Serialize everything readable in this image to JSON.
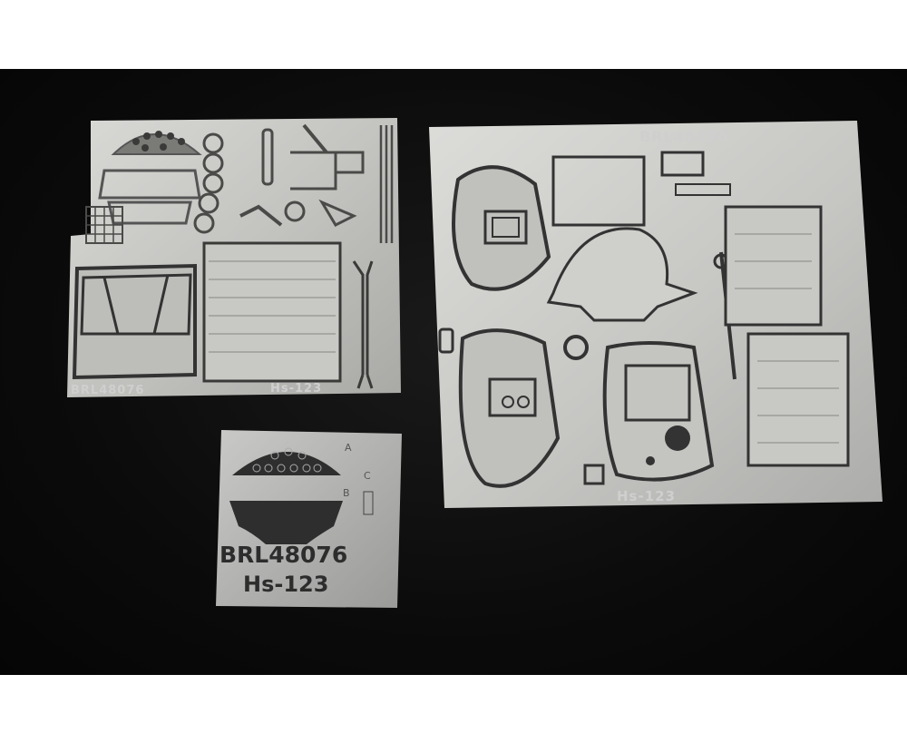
{
  "photo": {
    "left_fret": {
      "code": "BRL48076",
      "model": "Hs-123"
    },
    "right_fret": {
      "code": "BRL48076",
      "model": "Hs-123"
    },
    "film": {
      "code": "BRL48076",
      "model": "Hs-123",
      "labels": [
        "A",
        "B",
        "C"
      ]
    }
  }
}
